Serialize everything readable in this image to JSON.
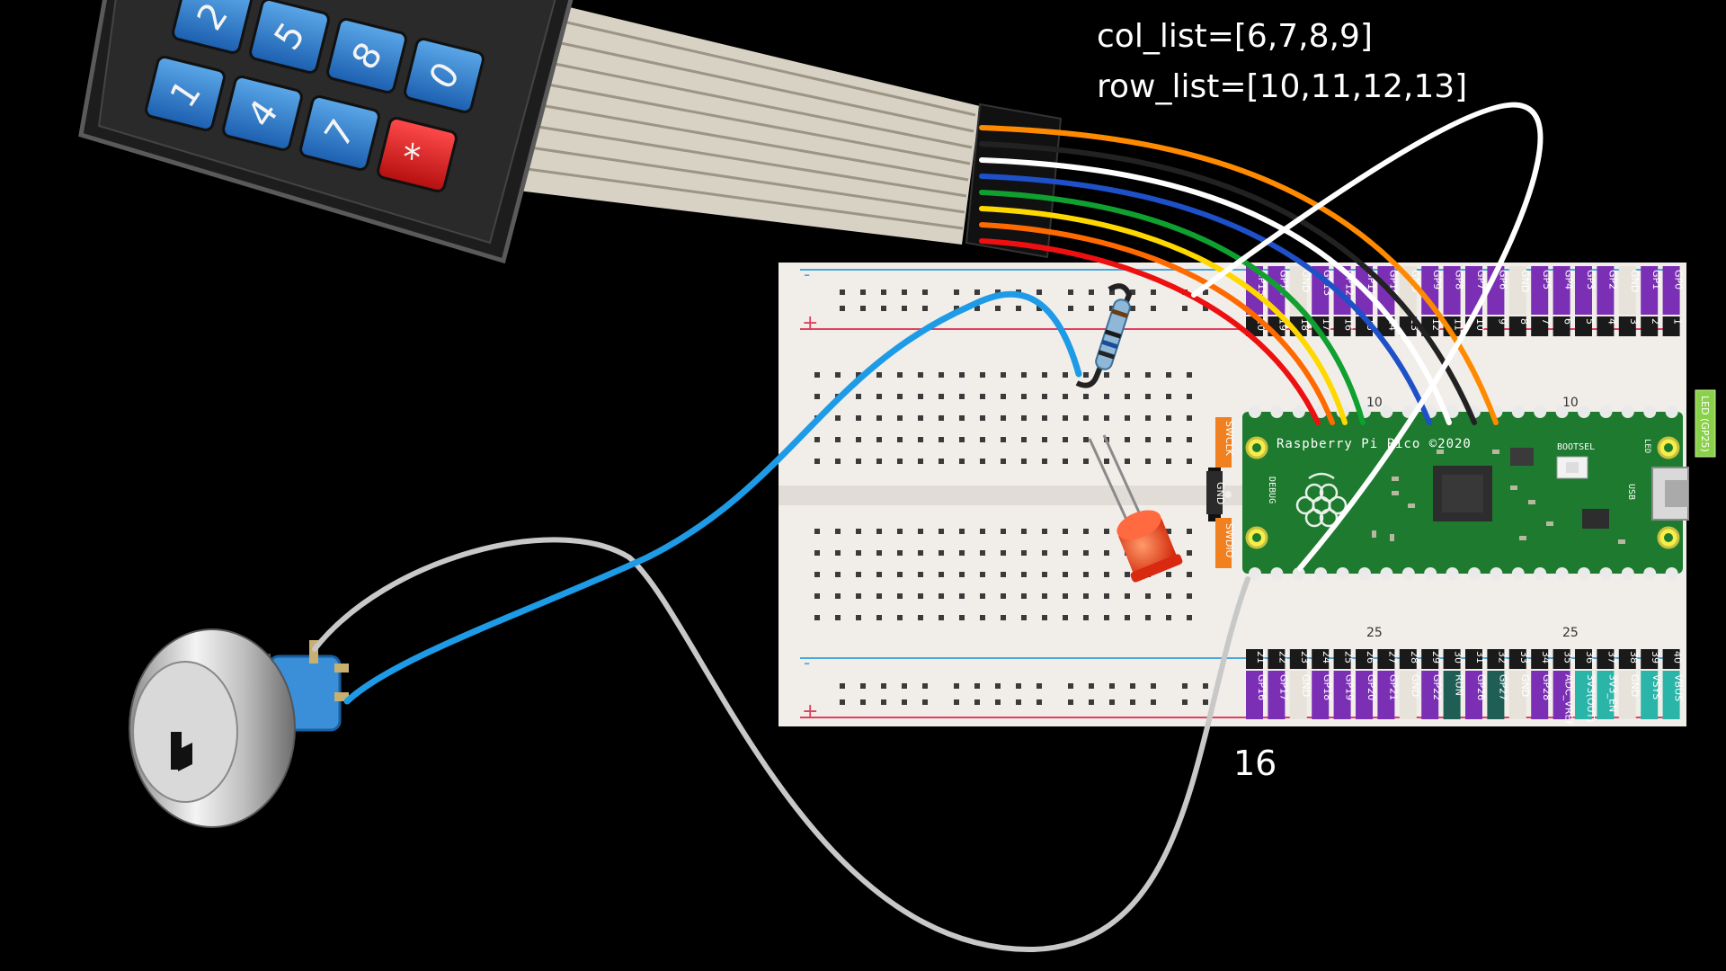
{
  "code": {
    "col_list": "col_list=[6,7,8,9]",
    "row_list": "row_list=[10,11,12,13]",
    "switch_pin": "16"
  },
  "keypad": {
    "keys": [
      "2",
      "5",
      "8",
      "0",
      "1",
      "4",
      "7",
      "*"
    ]
  },
  "pico": {
    "title": "Raspberry Pi Pico ©2020",
    "bootsel": "BOOTSEL",
    "debug": "DEBUG",
    "usb": "USB",
    "led": "LED",
    "led_tag": "LED (GP25)",
    "debug_pins": [
      "SWCLK",
      "GND",
      "SWDIO"
    ]
  },
  "breadboard": {
    "col_marks": [
      "10",
      "10",
      "25",
      "25"
    ],
    "rail_symbols": [
      "-",
      "+",
      "-",
      "+"
    ]
  },
  "top_pins": {
    "names": [
      "GP15",
      "GP14",
      "GND",
      "GP13",
      "GP12",
      "GP11",
      "GP10",
      "GND",
      "GP9",
      "GP8",
      "GP7",
      "GP6",
      "GND",
      "GP5",
      "GP4",
      "GP3",
      "GP2",
      "GND",
      "GP1",
      "GP0"
    ],
    "numbers": [
      "20",
      "19",
      "18",
      "17",
      "16",
      "15",
      "14",
      "13",
      "12",
      "11",
      "10",
      "9",
      "8",
      "7",
      "6",
      "5",
      "4",
      "3",
      "2",
      "1"
    ]
  },
  "bottom_pins": {
    "names": [
      "GP16",
      "GP17",
      "GND",
      "GP18",
      "GP19",
      "GP20",
      "GP21",
      "GND",
      "GP22",
      "RUN",
      "GP26",
      "GP27",
      "GND",
      "GP28",
      "ADC_VREF",
      "3V3(OUT)",
      "3V3_EN",
      "GND",
      "VSYS",
      "VBUS"
    ],
    "numbers": [
      "21",
      "22",
      "23",
      "24",
      "25",
      "26",
      "27",
      "28",
      "29",
      "30",
      "31",
      "32",
      "33",
      "34",
      "35",
      "36",
      "37",
      "38",
      "39",
      "40"
    ]
  },
  "colors": {
    "background": "#000000",
    "pin_gpio": "#7b2fb5",
    "pin_gnd": "#e8e3da",
    "pin_power": "#2ab5a8",
    "pin_run": "#1f5e55",
    "pico_board": "#1d7a2e",
    "wire_blue": "#1e9be6",
    "wire_gray": "#c8c8c8",
    "wire_white": "#ffffff",
    "ribbon": [
      "#ff8a00",
      "#222222",
      "#ffffff",
      "#1e50c8",
      "#10a030",
      "#ffd800",
      "#ff6a00",
      "#ee1010"
    ]
  }
}
